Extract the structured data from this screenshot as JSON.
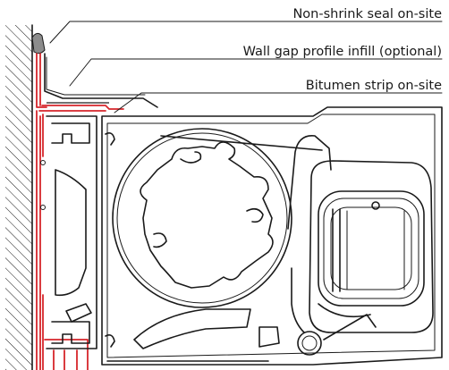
{
  "labels": {
    "seal": "Non-shrink seal on-site",
    "infill": "Wall gap profile infill (optional)",
    "bitumen": "Bitumen strip on-site"
  },
  "colors": {
    "line": "#1a1a1a",
    "highlight": "#d6262b",
    "seal_fill": "#8c8c8c",
    "background": "#ffffff"
  }
}
